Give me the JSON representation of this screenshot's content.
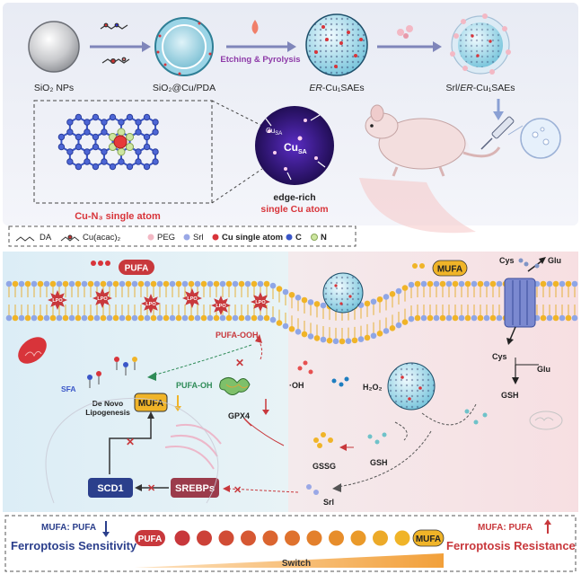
{
  "synthesis": {
    "sio2_label": "SiO₂ NPs",
    "sio2_cu_pda_label": "SiO₂@Cu/PDA",
    "etching_label": "Etching & Pyrolysis",
    "er_label_prefix": "ER",
    "er_label_suffix": "-Cu₁SAEs",
    "srl_label_prefix": "Srl/",
    "srl_label_italic": "ER",
    "srl_label_suffix": "-Cu₁SAEs"
  },
  "single_atom": {
    "cu_n3_label": "Cu-N₃ single atom",
    "cu_sa_small": "Cu",
    "cu_sa_small_sub": "SA",
    "cu_sa_large": "Cu",
    "cu_sa_large_sub": "SA",
    "edge_rich_label": "edge-rich",
    "single_cu_label": "single Cu atom"
  },
  "legend": {
    "da": "DA",
    "cu_acac": "Cu(acac)₂",
    "peg": "PEG",
    "srl": "Srl",
    "cu_single_atom": "Cu single atom",
    "carbon": "C",
    "nitrogen": "N"
  },
  "mechanism": {
    "pufa_badge": "PUFA",
    "mufa_badge_top": "MUFA",
    "lpo": "LPO",
    "cys_top": "Cys",
    "glu_top": "Glu",
    "cys_bottom": "Cys",
    "glu_bottom": "Glu",
    "gsh_right": "GSH",
    "pufa_ooh": "PUFA-OOH",
    "pufa_oh": "PUFA-OH",
    "oh_radical": "·OH",
    "h2o2": "H₂O₂",
    "gpx4": "GPX4",
    "gssg": "GSSG",
    "gsh_mid": "GSH",
    "srl_bottom": "Srl",
    "sfa": "SFA",
    "de_novo_line1": "De Novo",
    "de_novo_line2": "Lipogenesis",
    "mufa_box": "MUFA",
    "scd1": "SCD1",
    "srebps": "SREBPs"
  },
  "bottom_bar": {
    "mufa_pufa_left": "MUFA: PUFA",
    "sensitivity": "Ferroptosis Sensitivity",
    "pufa_pill": "PUFA",
    "mufa_pill": "MUFA",
    "mufa_pufa_right": "MUFA: PUFA",
    "resistance": "Ferroptosis Resistance",
    "switch": "Switch"
  },
  "colors": {
    "pufa_red": "#c8383c",
    "mufa_yellow": "#f0b428",
    "navy": "#2b3f8c",
    "cu_red": "#d8343a",
    "purple_label": "#8e3aa8"
  }
}
